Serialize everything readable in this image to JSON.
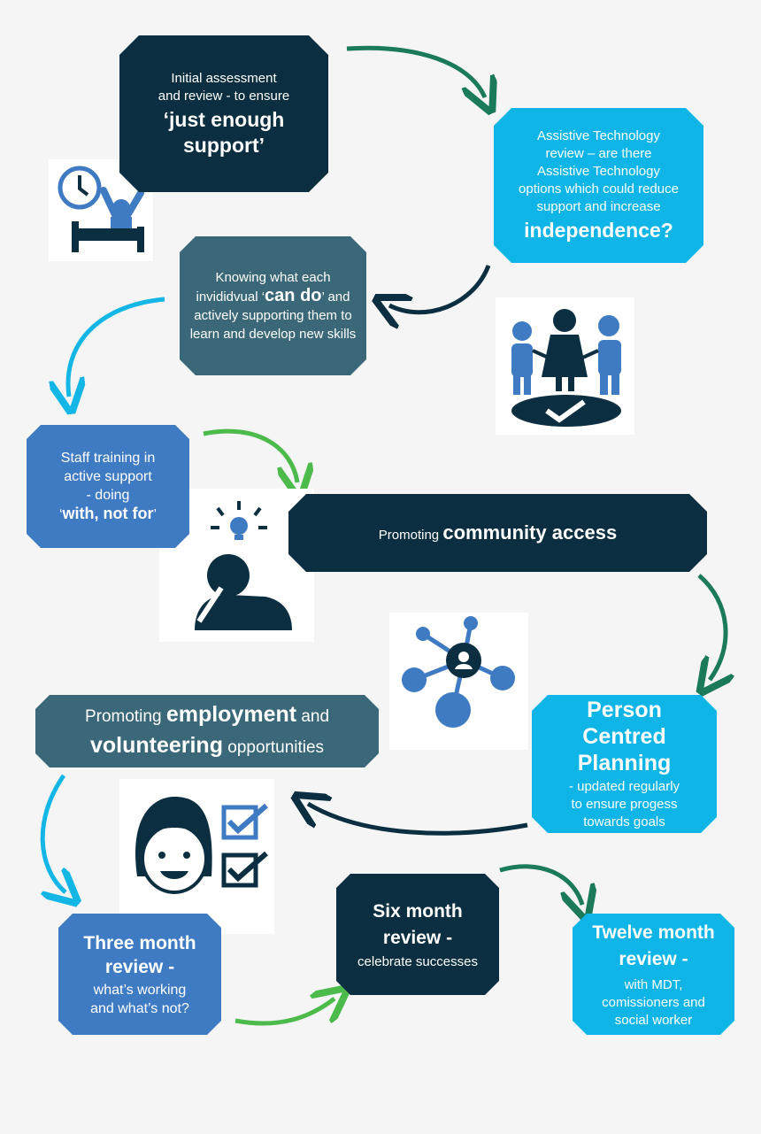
{
  "steps": {
    "initial": {
      "line1": "Initial assessment",
      "line2": "and review - to ensure",
      "em": "‘just enough support’"
    },
    "at": {
      "line1": "Assistive Technology",
      "line2": "review – are there",
      "line3": "Assistive Technology",
      "line4": "options which could reduce",
      "line5": "support and increase",
      "em": "independence?"
    },
    "cando": {
      "pre": "Knowing what each invididvual ‘",
      "em": "can do",
      "post": "’ and actively supporting them to learn and develop new skills"
    },
    "staff": {
      "line1": "Staff training in",
      "line2": "active support",
      "line3": "- doing",
      "em": "with, not for"
    },
    "community": {
      "pre": "Promoting ",
      "em": "community access"
    },
    "employment": {
      "pre": "Promoting ",
      "em1": "employment",
      "mid": " and",
      "em2": "volunteering",
      "post": " opportunities"
    },
    "pcp": {
      "title": "Person Centred Planning",
      "line1": "- updated regularly",
      "line2": "to ensure progess",
      "line3": "towards goals"
    },
    "three": {
      "title": "Three month review -",
      "line1": "what’s working",
      "line2": "and what’s not?"
    },
    "six": {
      "title": "Six month review -",
      "line1": "celebrate successes"
    },
    "twelve": {
      "title": "Twelve month review -",
      "line1": "with MDT,",
      "line2": "comissioners and",
      "line3": "social worker"
    }
  },
  "colors": {
    "dark": "#0b2f40",
    "cyan": "#0fb5e6",
    "slate": "#3a6878",
    "blue": "#3f7bc3",
    "arrow_green": "#1a7a5a",
    "arrow_lightgreen": "#4cbb4c",
    "arrow_cyan": "#14b6e6",
    "arrow_dark": "#0b2f40"
  },
  "icons": [
    "clock-bed-icon",
    "people-holding-hands-icon",
    "thinking-person-icon",
    "network-icon",
    "checklist-person-icon"
  ]
}
